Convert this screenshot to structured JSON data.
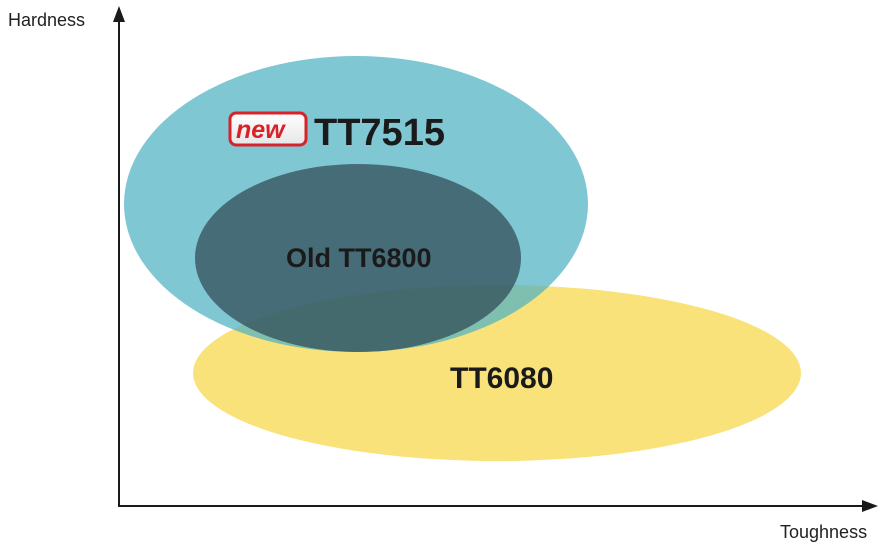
{
  "axes": {
    "y_label": "Hardness",
    "x_label": "Toughness"
  },
  "grades": {
    "tt6080": {
      "label": "TT6080",
      "color": "#f9e27a"
    },
    "tt7515": {
      "label": "TT7515",
      "color": "#6ab9c9",
      "badge": "new"
    },
    "tt6800": {
      "label": "Old TT6800",
      "color": "#4a6470"
    }
  },
  "colors": {
    "axis": "#1a1a1a",
    "badge_red": "#d8222a"
  }
}
